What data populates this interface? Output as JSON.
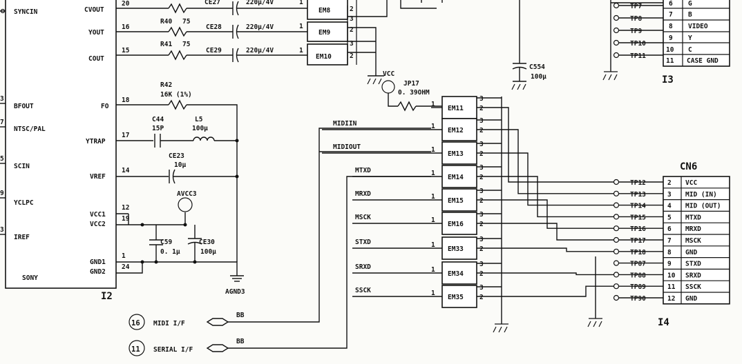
{
  "ic_i2": {
    "ref": "I2",
    "part": "SONY",
    "left_pins": [
      {
        "num": "",
        "name": "SYNCIN"
      },
      {
        "num": "3",
        "name": "BFOUT"
      },
      {
        "num": "7",
        "name": "NTSC/PAL"
      },
      {
        "num": "5",
        "name": "SCIN"
      },
      {
        "num": "9",
        "name": "YCLPC"
      },
      {
        "num": "3",
        "name": "IREF"
      }
    ],
    "right_pins": [
      {
        "num": "20",
        "name": "CVOUT"
      },
      {
        "num": "16",
        "name": "YOUT"
      },
      {
        "num": "15",
        "name": "COUT"
      },
      {
        "num": "18",
        "name": "FO"
      },
      {
        "num": "17",
        "name": "YTRAP"
      },
      {
        "num": "14",
        "name": "VREF"
      },
      {
        "num": "12",
        "name": "VCC1"
      },
      {
        "num": "19",
        "name": "VCC2"
      },
      {
        "num": "1",
        "name": "GND1"
      },
      {
        "num": "24",
        "name": "GND2"
      }
    ]
  },
  "components": {
    "r40": {
      "ref": "R40",
      "val": "75"
    },
    "r41": {
      "ref": "R41",
      "val": "75"
    },
    "r42": {
      "ref": "R42",
      "val": "16K (1%)"
    },
    "ce27": {
      "ref": "CE27",
      "val": "220µ/4V"
    },
    "ce28": {
      "ref": "CE28",
      "val": "220µ/4V"
    },
    "ce29": {
      "ref": "CE29",
      "val": "220µ/4V"
    },
    "c44": {
      "ref": "C44",
      "val": "15P"
    },
    "l5": {
      "ref": "L5",
      "val": "100µ"
    },
    "ce23": {
      "ref": "CE23",
      "val": "10µ"
    },
    "c59": {
      "ref": "C59",
      "val": "0. 1µ"
    },
    "ce30": {
      "ref": "CE30",
      "val": "100µ"
    },
    "c554": {
      "ref": "C554",
      "val": "100µ"
    },
    "jp17": {
      "ref": "JP17",
      "val": "0. 39OHM"
    },
    "avcc3": "AVCC3",
    "vcc": "VCC",
    "agnd3": "AGND3"
  },
  "em_top": [
    {
      "ref": "EM8"
    },
    {
      "ref": "EM9"
    },
    {
      "ref": "EM10"
    }
  ],
  "em_mid": [
    {
      "ref": "EM11",
      "net": ""
    },
    {
      "ref": "EM12",
      "net": "MIDIIN"
    },
    {
      "ref": "EM13",
      "net": "MIDIOUT"
    },
    {
      "ref": "EM14",
      "net": "MTXD"
    },
    {
      "ref": "EM15",
      "net": "MRXD"
    },
    {
      "ref": "EM16",
      "net": "MSCK"
    },
    {
      "ref": "EM33",
      "net": "STXD"
    },
    {
      "ref": "EM34",
      "net": "SRXD"
    },
    {
      "ref": "EM35",
      "net": "SSCK"
    }
  ],
  "em_pins": {
    "p1": "1",
    "p2": "2",
    "p3": "3"
  },
  "tp_top": [
    "TP7",
    "TP8",
    "TP9",
    "TP10",
    "TP11"
  ],
  "tp_bottom": [
    "TP12",
    "TP13",
    "TP14",
    "TP15",
    "TP16",
    "TP17",
    "TP18",
    "TP87",
    "TP88",
    "TP89",
    "TP90"
  ],
  "conn_i3": {
    "ref": "I3",
    "rows": [
      {
        "num": "6",
        "name": "G"
      },
      {
        "num": "7",
        "name": "B"
      },
      {
        "num": "8",
        "name": "VIDEO"
      },
      {
        "num": "9",
        "name": "Y"
      },
      {
        "num": "10",
        "name": "C"
      },
      {
        "num": "11",
        "name": "CASE GND"
      }
    ]
  },
  "conn_cn6": {
    "title": "CN6",
    "ref": "I4",
    "rows": [
      {
        "num": "2",
        "name": "VCC"
      },
      {
        "num": "3",
        "name": "MID (IN)"
      },
      {
        "num": "4",
        "name": "MID (OUT)"
      },
      {
        "num": "5",
        "name": "MTXD"
      },
      {
        "num": "6",
        "name": "MRXD"
      },
      {
        "num": "7",
        "name": "MSCK"
      },
      {
        "num": "8",
        "name": "GND"
      },
      {
        "num": "9",
        "name": "STXD"
      },
      {
        "num": "10",
        "name": "SRXD"
      },
      {
        "num": "11",
        "name": "SSCK"
      },
      {
        "num": "12",
        "name": "GND"
      }
    ]
  },
  "offpage": [
    {
      "num": "16",
      "label": "MIDI I/F",
      "sheet": "BB"
    },
    {
      "num": "11",
      "label": "SERIAL I/F",
      "sheet": "BB"
    }
  ]
}
